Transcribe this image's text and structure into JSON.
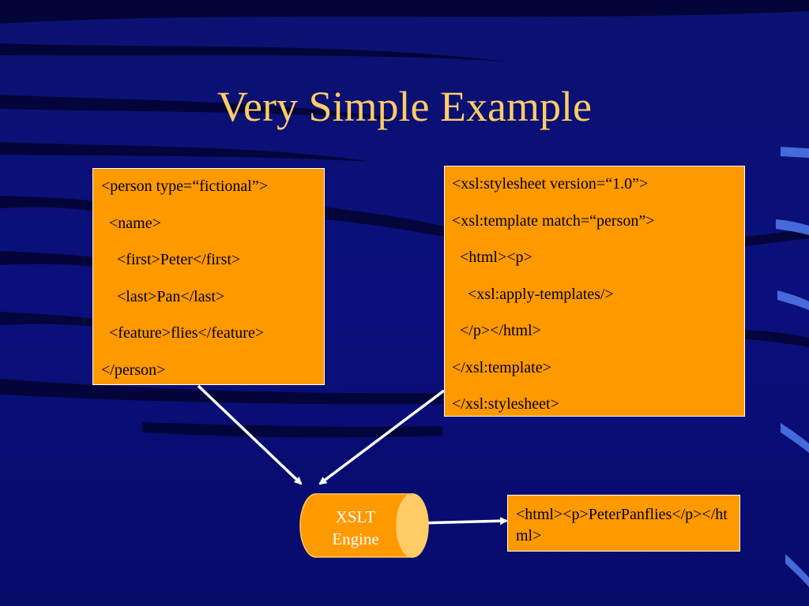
{
  "slide": {
    "title": "Very Simple Example"
  },
  "xml_box": {
    "lines": [
      "<person type=“fictional”>",
      "  <name>",
      "    <first>Peter</first>",
      "    <last>Pan</last>",
      "  <feature>flies</feature>",
      "</person>"
    ]
  },
  "xsl_box": {
    "lines": [
      "<xsl:stylesheet version=“1.0”>",
      "<xsl:template match=“person”>",
      "  <html><p>",
      "    <xsl:apply-templates/>",
      "  </p></html>",
      "</xsl:template>",
      "</xsl:stylesheet>"
    ]
  },
  "engine": {
    "line1": "XSLT",
    "line2": "Engine"
  },
  "output_box": {
    "text": "<html><p>PeterPanflies</p></html>"
  },
  "colors": {
    "background": "#0a0f78",
    "title": "#ffcc66",
    "box_fill": "#ff9900",
    "engine_fill": "#ff9900",
    "engine_end_fill": "#ffcc66",
    "arrow": "#ffffff"
  }
}
